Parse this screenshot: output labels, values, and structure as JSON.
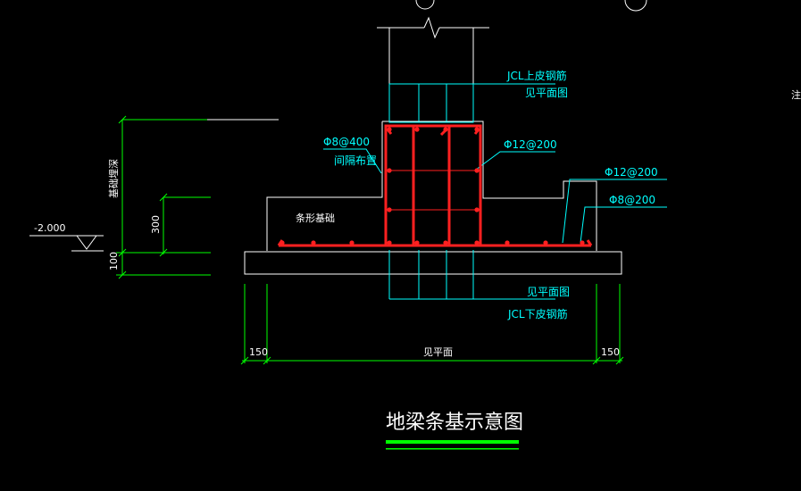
{
  "drawing": {
    "title": "地梁条基示意图",
    "elevation": "-2.000",
    "note_edge": "注",
    "foundation_label": "条形基础",
    "annotations": {
      "top_bars_line1": "JCL上皮钢筋",
      "top_bars_line2": "见平面图",
      "stirrup_spacing": "Φ8@400",
      "stirrup_note": "间隔布置",
      "side_bars": "Φ12@200",
      "slab_top_bars": "Φ12@200",
      "slab_dist_bars": "Φ8@200",
      "bottom_ref": "见平面图",
      "bottom_bars": "JCL下皮钢筋"
    },
    "dimensions": {
      "left_offset": "150",
      "right_offset": "150",
      "width_ref": "见平面",
      "slab_height": "300",
      "pad_height": "100",
      "depth_label": "基础埋深"
    }
  },
  "colors": {
    "background": "#000000",
    "rebar": "#ff2020",
    "leader": "#00ffff",
    "dimension": "#00ff00",
    "outline": "#ffffff",
    "title_underline": "#00ff00"
  }
}
